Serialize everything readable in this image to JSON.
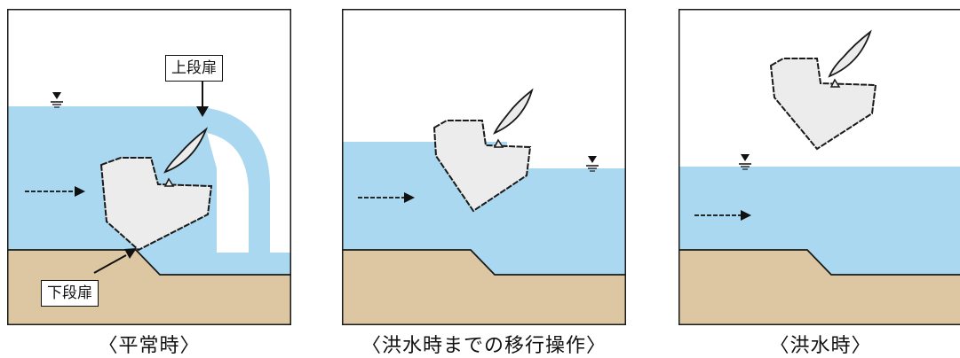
{
  "panels": [
    {
      "id": "normal",
      "caption": "〈平常時〉"
    },
    {
      "id": "transition",
      "caption": "〈洪水時までの移行操作〉"
    },
    {
      "id": "flood",
      "caption": "〈洪水時〉"
    }
  ],
  "callouts": {
    "upper_gate": "上段扉",
    "lower_gate": "下段扉"
  },
  "colors": {
    "water": "#a9d8f0",
    "ground": "#ddc7a3",
    "gate_fill": "#ececec",
    "outline": "#1a1a1a",
    "background": "#ffffff"
  },
  "icons": [
    "water-level-icon",
    "flow-arrow-icon"
  ]
}
